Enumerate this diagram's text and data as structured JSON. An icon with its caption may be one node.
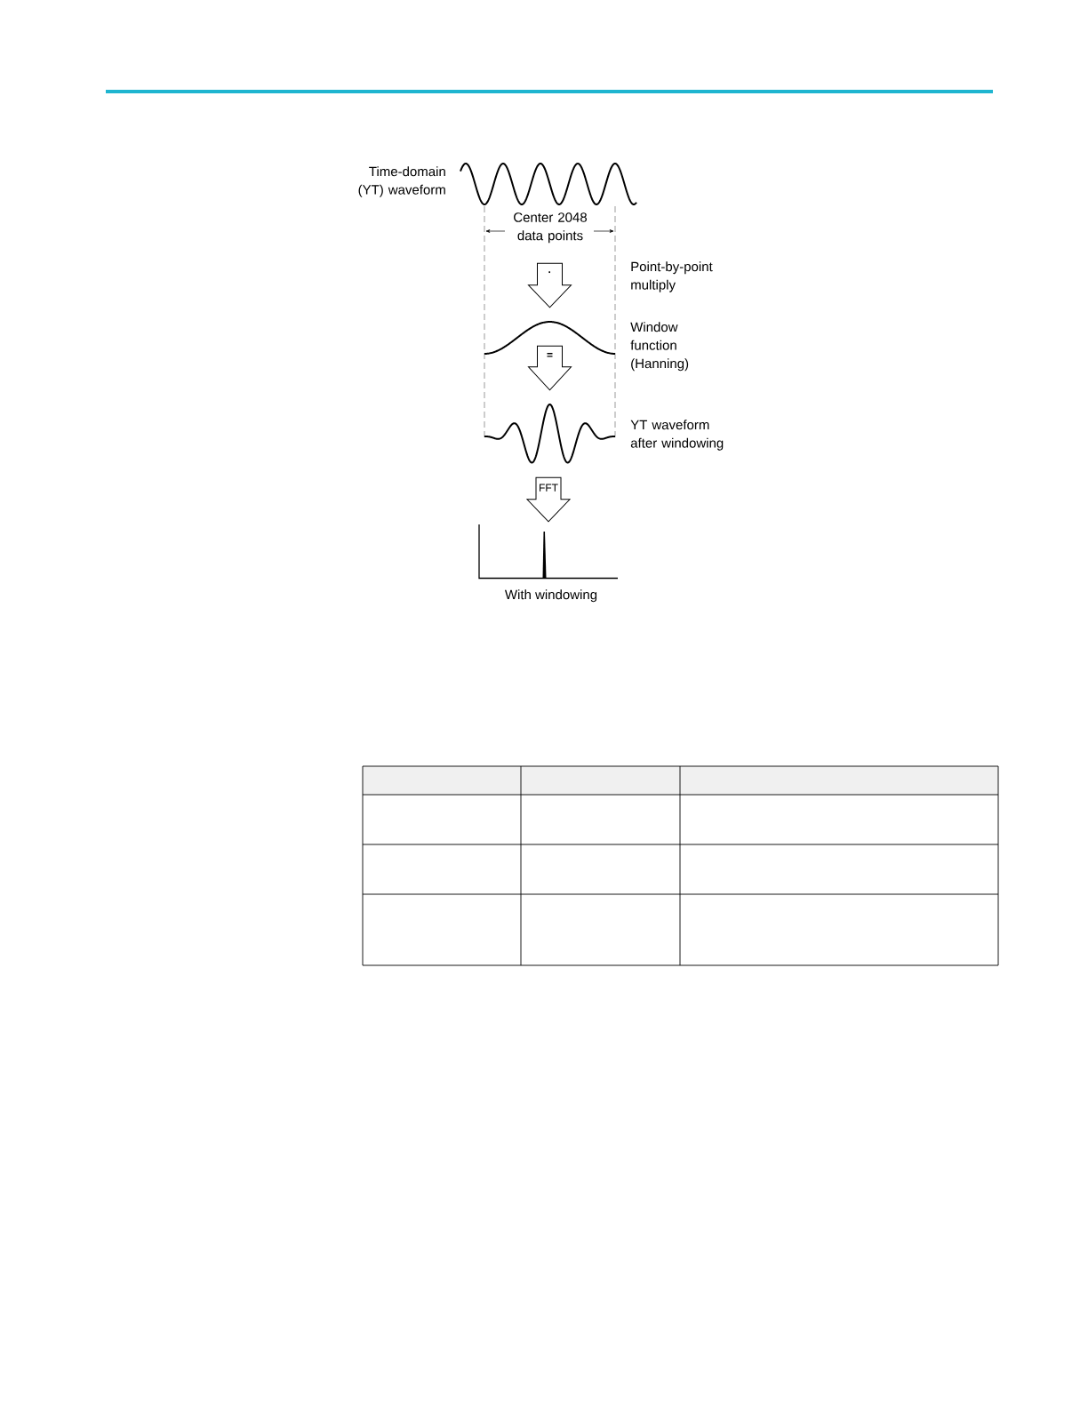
{
  "diagram": {
    "nodes": [
      {
        "text": [],
        "shape": "waveform",
        "beside": [
          "Time-domain (YT) waveform"
        ]
      },
      {
        "text": [],
        "shape": "waveform",
        "beside": [
          "Window function (Hanning)"
        ]
      },
      {
        "text": [],
        "shape": "waveform",
        "beside": [
          "YT waveform after windowing"
        ]
      },
      {
        "text": [],
        "shape": "plot",
        "beside": [
          "With windowing"
        ]
      }
    ],
    "edges": [
      {
        "from": 0,
        "to": 1,
        "arrow": "to",
        "label": "·"
      },
      {
        "from": 1,
        "to": 2,
        "arrow": "to",
        "label": "="
      },
      {
        "from": 2,
        "to": 3,
        "arrow": "to",
        "label": "FFT"
      }
    ],
    "labels": [
      "Center 2048 data points",
      "Point-by-point multiply"
    ]
  }
}
